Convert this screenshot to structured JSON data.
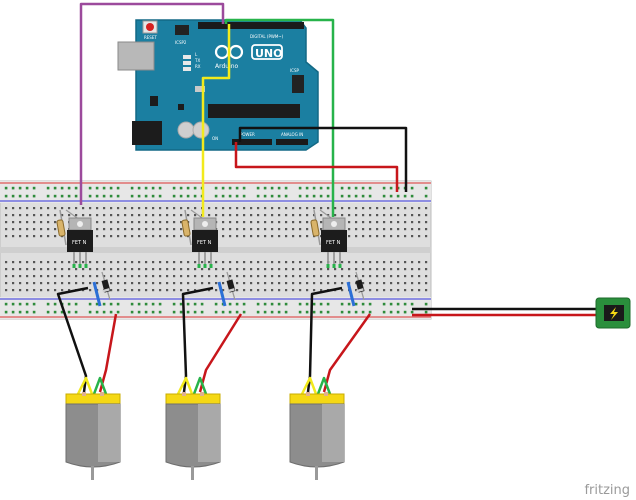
{
  "arduino": {
    "logo_text": "UNO",
    "brand_text": "Arduino",
    "reset_label": "RESET",
    "icsp2_label": "ICSP2",
    "icsp_label": "ICSP",
    "tx_label": "TX",
    "rx_label": "RX",
    "l_label": "L",
    "on_label": "ON",
    "digital_label": "DIGITAL (PWM~)",
    "power_label": "POWER",
    "analog_label": "ANALOG IN"
  },
  "mosfet_label": "FET N",
  "watermark": "fritzing",
  "colors": {
    "board": "#1b7fa1",
    "board_edge": "#136985",
    "breadboard": "#dcdcdc",
    "wire_purple": "#9c4a9c",
    "wire_yellow": "#f2ea1c",
    "wire_green": "#27b34a",
    "wire_red": "#c7161b",
    "wire_black": "#111111",
    "motor_cap": "#f5d814",
    "motor_body": "#8d8d8d",
    "jack": "#2a8f3c"
  }
}
